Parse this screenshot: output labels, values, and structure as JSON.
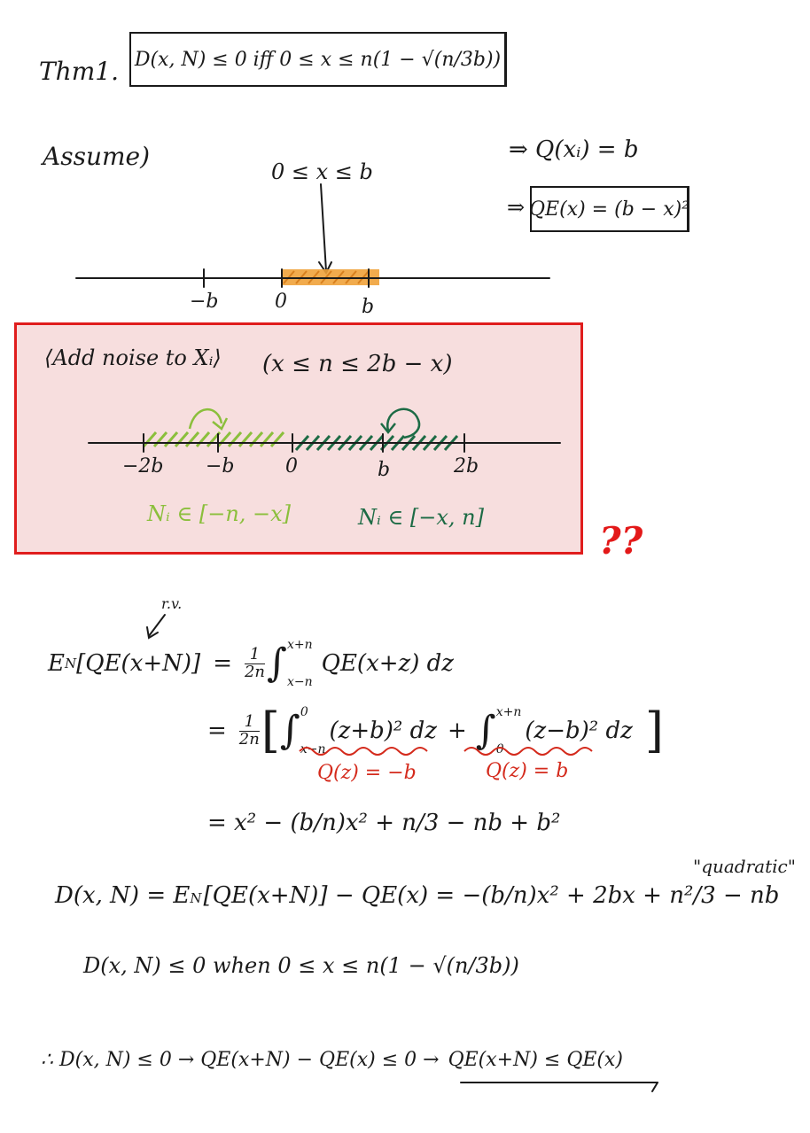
{
  "theorem": {
    "label": "Thm1.",
    "statement": "D(x, N) ≤ 0   iff   0 ≤ x ≤ n(1 − √(n/3b))"
  },
  "assume": {
    "label": "Assume)",
    "range": "0 ≤ x ≤ b",
    "implies_q": "⇒ Q(xᵢ) = b",
    "implies_qe": "⇒",
    "qe_formula": "QE(x) = (b − x)²",
    "number_line": {
      "labels": [
        "−b",
        "0",
        "b"
      ],
      "highlight_color": "#f0a23a"
    }
  },
  "noise_box": {
    "title": "⟨Add noise to Xᵢ⟩",
    "condition": "(x ≤ n ≤ 2b − x)",
    "labels": [
      "−2b",
      "−b",
      "0",
      "b",
      "2b"
    ],
    "left_range": "Nᵢ ∈ [−n, −x]",
    "right_range": "Nᵢ ∈ [−x, n]",
    "light_green": "#8bbf3c",
    "dark_green": "#1d6b45",
    "border_color": "#e01d1d",
    "fill_color": "#f7dede"
  },
  "question_mark": "??",
  "derivation": {
    "rv_note": "r.v.",
    "line1_lhs": "E",
    "line1_sub": "N",
    "line1_arg": "[QE(x+N)]",
    "eq": "=",
    "one": "1",
    "two_n": "2n",
    "int1_upper": "x+n",
    "int1_lower": "x−n",
    "int1_body": "QE(x+z) dz",
    "int2_upper": "0",
    "int2_lower": "x−n",
    "int2_body": "(z+b)² dz",
    "plus": "+",
    "int3_upper": "x+n",
    "int3_lower": "0",
    "int3_body": "(z−b)² dz",
    "note_left": "Q(z) = −b",
    "note_right": "Q(z) = b",
    "line3": "= x² − (b/n)x² + n/3 − nb + b²"
  },
  "d_def": {
    "lhs": "D(x, N) = E",
    "sub": "N",
    "rhs": "[QE(x+N)] − QE(x) = −(b/n)x² + 2bx + n²/3 − nb",
    "quadratic": "\"quadratic\""
  },
  "d_when": "D(x, N) ≤ 0   when   0 ≤ x ≤ n(1 − √(n/3b))",
  "conclusion": {
    "start": "∴ D(x, N) ≤ 0  →  QE(x+N) − QE(x) ≤ 0  →",
    "final": "QE(x+N) ≤ QE(x)"
  }
}
